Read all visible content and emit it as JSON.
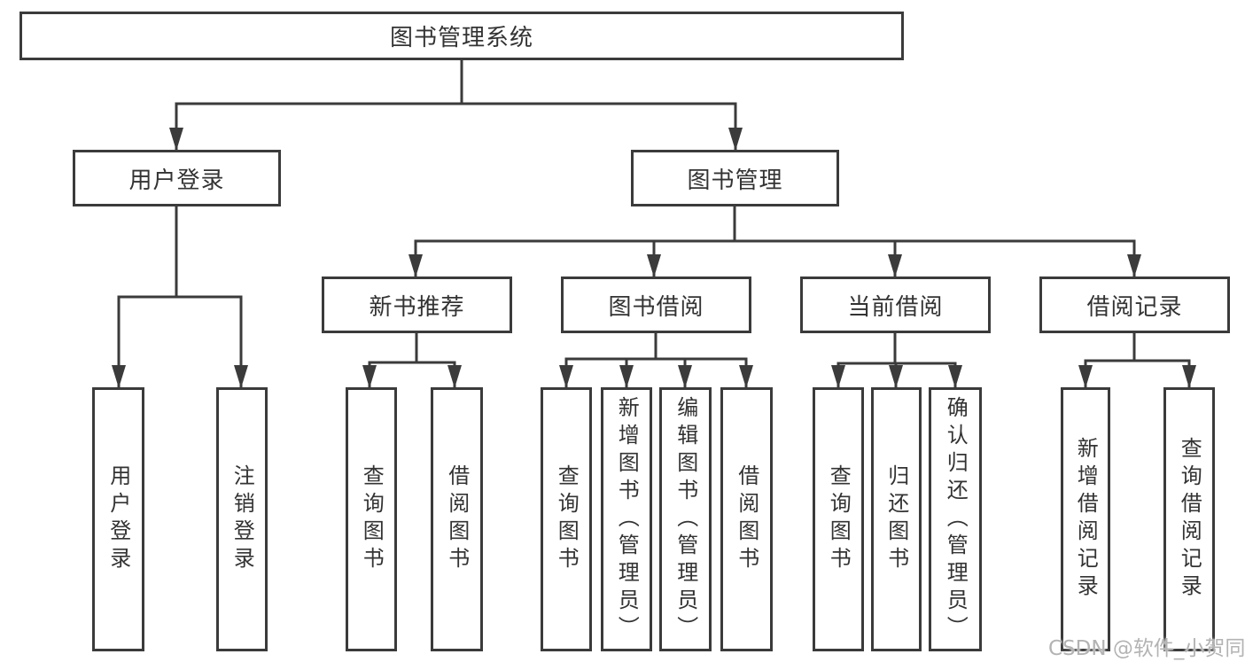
{
  "colors": {
    "line": "#3b3b3b",
    "box_border": "#3b3b3b",
    "text": "#333333",
    "background": "#ffffff",
    "watermark": "#b3b3b3"
  },
  "nodes": {
    "root": "图书管理系统",
    "user_login": "用户登录",
    "book_mgmt": "图书管理",
    "new_book_rec": "新书推荐",
    "book_borrow": "图书借阅",
    "current_borrow": "当前借阅",
    "borrow_record": "借阅记录",
    "leaf_user_login": "用户登录",
    "leaf_logout": "注销登录",
    "leaf_query_book_1": "查询图书",
    "leaf_borrow_book_1": "借阅图书",
    "leaf_query_book_2": "查询图书",
    "leaf_add_book": "新增图书（管理员）",
    "leaf_edit_book": "编辑图书（管理员）",
    "leaf_borrow_book_2": "借阅图书",
    "leaf_query_book_3": "查询图书",
    "leaf_return_book": "归还图书",
    "leaf_confirm_return": "确认归还（管理员）",
    "leaf_add_record": "新增借阅记录",
    "leaf_query_record": "查询借阅记录"
  },
  "hierarchy": {
    "图书管理系统": {
      "用户登录": [
        "用户登录",
        "注销登录"
      ],
      "图书管理": {
        "新书推荐": [
          "查询图书",
          "借阅图书"
        ],
        "图书借阅": [
          "查询图书",
          "新增图书（管理员）",
          "编辑图书（管理员）",
          "借阅图书"
        ],
        "当前借阅": [
          "查询图书",
          "归还图书",
          "确认归还（管理员）"
        ],
        "借阅记录": [
          "新增借阅记录",
          "查询借阅记录"
        ]
      }
    }
  },
  "watermark": "CSDN @软件_小贺同学"
}
